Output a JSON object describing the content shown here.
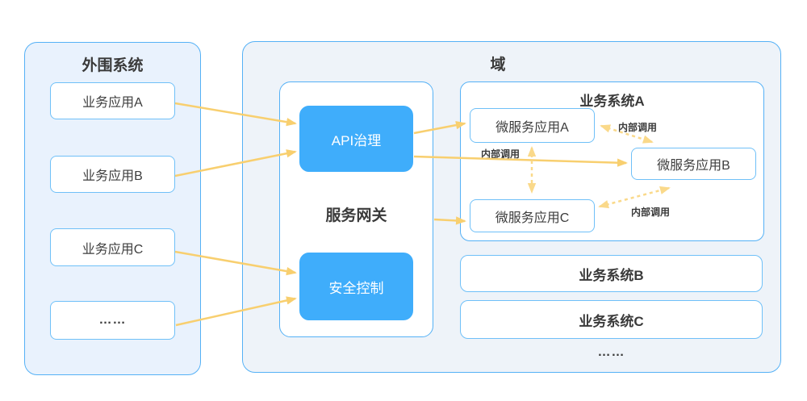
{
  "peripheral": {
    "title": "外围系统",
    "items": [
      {
        "label": "业务应用A"
      },
      {
        "label": "业务应用B"
      },
      {
        "label": "业务应用C"
      },
      {
        "label": "……"
      }
    ]
  },
  "domain": {
    "title": "域",
    "gateway": {
      "title": "服务网关",
      "modules": [
        {
          "label": "API治理"
        },
        {
          "label": "安全控制"
        }
      ]
    },
    "system_a": {
      "title": "业务系统A",
      "services": [
        {
          "label": "微服务应用A"
        },
        {
          "label": "微服务应用B"
        },
        {
          "label": "微服务应用C"
        }
      ],
      "internal_call_labels": [
        {
          "text": "内部调用"
        },
        {
          "text": "内部调用"
        },
        {
          "text": "内部调用"
        }
      ]
    },
    "other_systems": [
      {
        "label": "业务系统B"
      },
      {
        "label": "业务系统C"
      }
    ],
    "ellipsis": "……"
  },
  "colors": {
    "panel_border": "#55b1f6",
    "node_border": "#6fc0f8",
    "module_fill": "#3fadfb",
    "peripheral_fill": "#e9f2fd",
    "domain_fill": "#eef3f9",
    "solid_arrow": "#f8cf6f",
    "dashed_arrow": "#fad98a",
    "text": "#3b3b3b"
  }
}
